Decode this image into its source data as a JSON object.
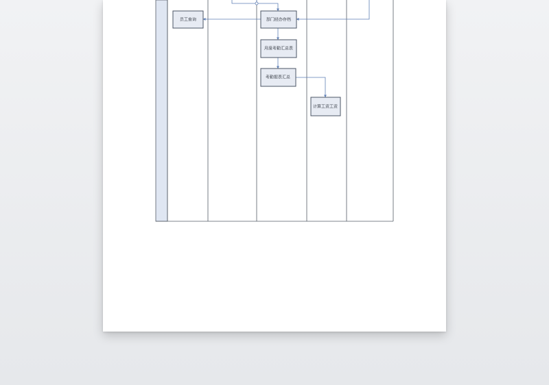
{
  "diagram": {
    "boxes": [
      {
        "id": "employee_inquiry",
        "label": "员工查询"
      },
      {
        "id": "dept_save",
        "label": "部门经办存档"
      },
      {
        "id": "monthly_summary",
        "label": "月度考勤汇总表"
      },
      {
        "id": "attendance_report",
        "label": "考勤报表汇总"
      },
      {
        "id": "payroll",
        "label": "计算工资工资"
      }
    ]
  }
}
